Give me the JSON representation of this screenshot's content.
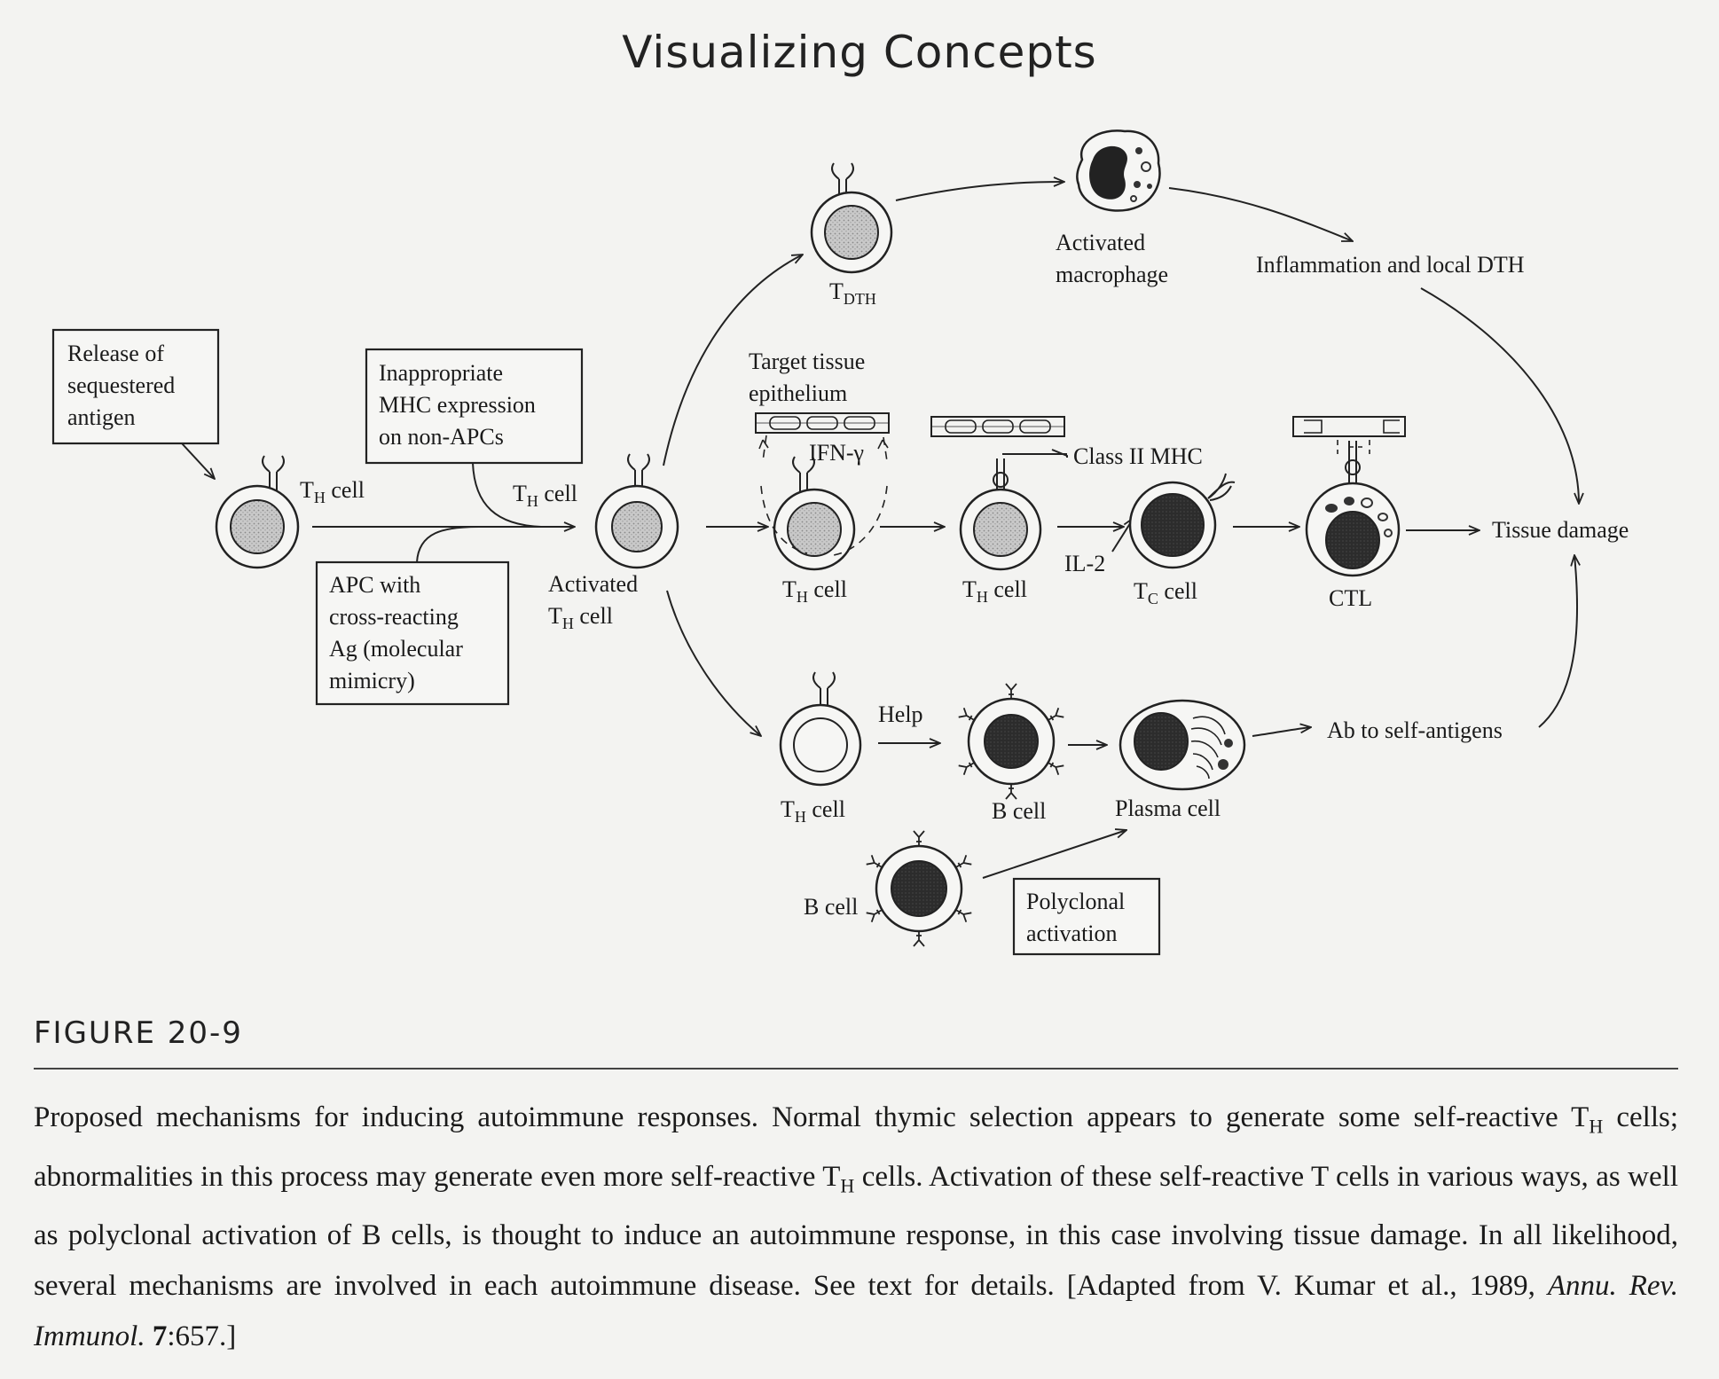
{
  "header": {
    "title": "Visualizing Concepts"
  },
  "boxes": {
    "release": [
      "Release of",
      "sequestered",
      "antigen"
    ],
    "inappropriate": [
      "Inappropriate",
      "MHC expression",
      "on non-APCs"
    ],
    "apc": [
      "APC with",
      "cross-reacting",
      "Ag (molecular",
      "mimicry)"
    ],
    "polyclonal": [
      "Polyclonal",
      "activation"
    ]
  },
  "labels": {
    "t": "T",
    "sub_h": "H",
    "sub_c": "C",
    "sub_dth": "DTH",
    "cell": " cell",
    "activated": "Activated",
    "activated_macrophage_1": "Activated",
    "activated_macrophage_2": "macrophage",
    "inflammation": "Inflammation and local DTH",
    "target_tissue_1": "Target tissue",
    "target_tissue_2": "epithelium",
    "ifn": "IFN-γ",
    "class2": "Class II MHC",
    "il2": "IL-2",
    "ctl": "CTL",
    "tissue_damage": "Tissue damage",
    "help": "Help",
    "b_cell": "B cell",
    "plasma_cell": "Plasma cell",
    "ab_self": "Ab to self-antigens"
  },
  "figure": {
    "label": "FIGURE 20-9",
    "caption": {
      "p1": "Proposed mechanisms for inducing autoimmune responses. Normal thymic selection appears to generate some self-reactive T",
      "sub1": "H",
      "p2": " cells; abnormalities in this process may generate even more self-reactive T",
      "sub2": "H",
      "p3": " cells. Activation of these self-reactive T cells in various ways, as well as polyclonal activation of B cells, is thought to induce an autoimmune response, in this case involving tissue damage. In all likelihood, several mechanisms are involved in each autoimmune disease. See text for details. [Adapted from V. Kumar et al., 1989, ",
      "journal": "Annu. Rev. Immunol.",
      "space": " ",
      "volume": "7",
      "pages": ":657.]"
    }
  }
}
